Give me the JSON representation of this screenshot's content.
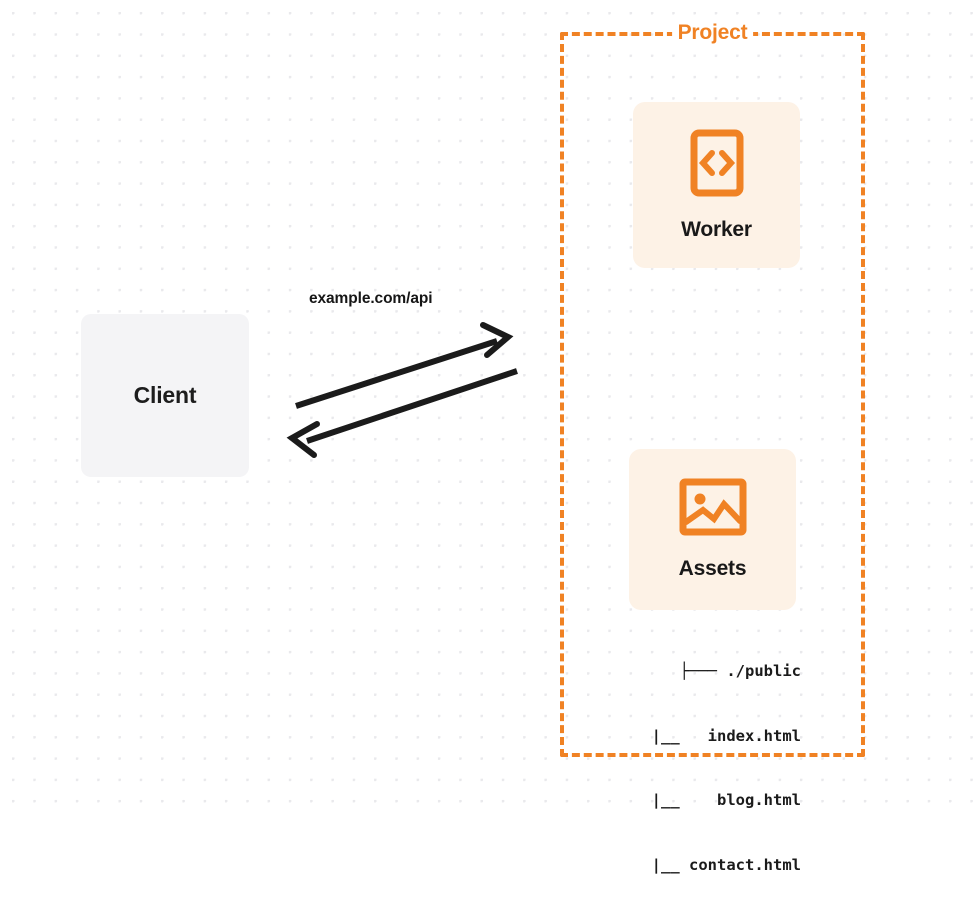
{
  "diagram": {
    "title": "Client to Project (Worker + Assets) request flow",
    "background": {
      "dot_color": "#e9e9ec",
      "page_color": "#ffffff"
    },
    "colors": {
      "accent_orange": "#f08224",
      "card_fill": "#fdf2e6",
      "client_fill": "#f4f4f6",
      "text_dark": "#1b1b1b",
      "arrow_color": "#1b1b1b"
    },
    "client": {
      "label": "Client"
    },
    "edge": {
      "label": "example.com/api",
      "direction": "bidirectional"
    },
    "project": {
      "title": "Project",
      "border_style": "dashed",
      "services": [
        {
          "label": "Worker",
          "icon": "code-brackets-icon"
        },
        {
          "label": "Assets",
          "icon": "image-icon"
        }
      ],
      "file_tree": [
        "├─── ./public",
        "   |__   index.html",
        "   |__    blog.html",
        "   |__ contact.html"
      ],
      "file_tree_rows": [
        {
          "connector": "├───",
          "name": "./public"
        },
        {
          "connector": "|__",
          "name": "index.html"
        },
        {
          "connector": "|__",
          "name": "blog.html"
        },
        {
          "connector": "|__",
          "name": "contact.html"
        }
      ]
    }
  }
}
